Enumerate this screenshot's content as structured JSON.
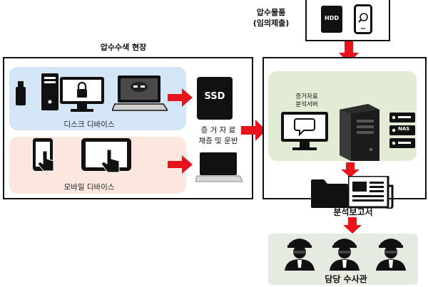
{
  "seized_items": {
    "line1": "압수물품",
    "line2": "(임의제출)",
    "hdd_text": "HDD"
  },
  "site": {
    "title": "압수수색 현장",
    "disk_devices_label": "디스크 디바이스",
    "mobile_devices_label": "모바일 디바이스",
    "ssd_text": "SSD",
    "collect_line1": "증 거 자 료",
    "collect_line2": "채증 및 운반"
  },
  "lab": {
    "server_line1": "증거자료",
    "server_line2": "분석서버",
    "nas_text": "NAS"
  },
  "report": {
    "label": "분석보고서"
  },
  "investigators": {
    "label": "담당 수사관"
  },
  "colors": {
    "arrow": "#e8141c",
    "disk_panel": "#d4e5f6",
    "mobile_panel": "#fbe7dd",
    "lab_panel": "#e2ecd4",
    "investigator_panel": "#e6ebe1"
  }
}
